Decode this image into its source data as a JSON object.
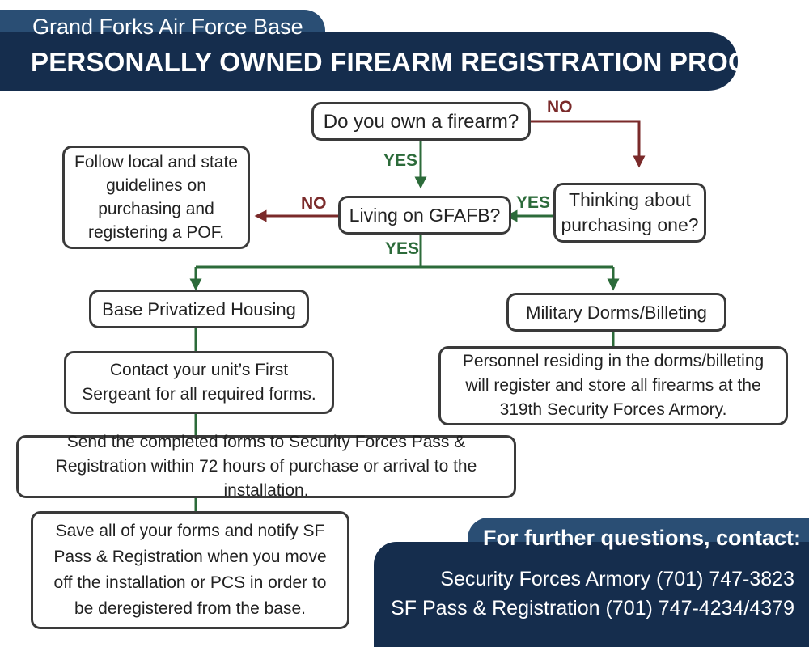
{
  "header": {
    "subtitle": "Grand Forks Air Force Base",
    "title": "PERSONALLY OWNED FIREARM REGISTRATION PROCESS"
  },
  "flow": {
    "q_own": "Do you own a firearm?",
    "q_living": "Living on GFAFB?",
    "q_thinking": "Thinking about purchasing one?",
    "follow_local": "Follow local and state guidelines on purchasing and registering a POF.",
    "base_housing": "Base Privatized Housing",
    "military_dorms": "Military Dorms/Billeting",
    "contact_sergeant": "Contact your unit’s First Sergeant for all required forms.",
    "dorms_register": "Personnel residing in the dorms/billeting will register and store all firearms at the 319th Security Forces Armory.",
    "send_forms": "Send the completed forms to Security Forces Pass & Registration within 72 hours of purchase or arrival to the installation.",
    "save_forms": "Save all of your forms and notify SF Pass & Registration when you move off the installation or PCS in order to be deregistered from the base.",
    "labels": {
      "yes": "YES",
      "no": "NO"
    }
  },
  "contact": {
    "heading": "For further questions, contact:",
    "armory": "Security Forces Armory (701) 747-3823",
    "pass_registration": "SF Pass & Registration (701) 747-4234/4379"
  },
  "colors": {
    "navy": "#152d4d",
    "tab_blue": "#2a4e74",
    "yes_green": "#2c6b3a",
    "no_red": "#7a2a2a",
    "box_border": "#3a3a3a"
  }
}
